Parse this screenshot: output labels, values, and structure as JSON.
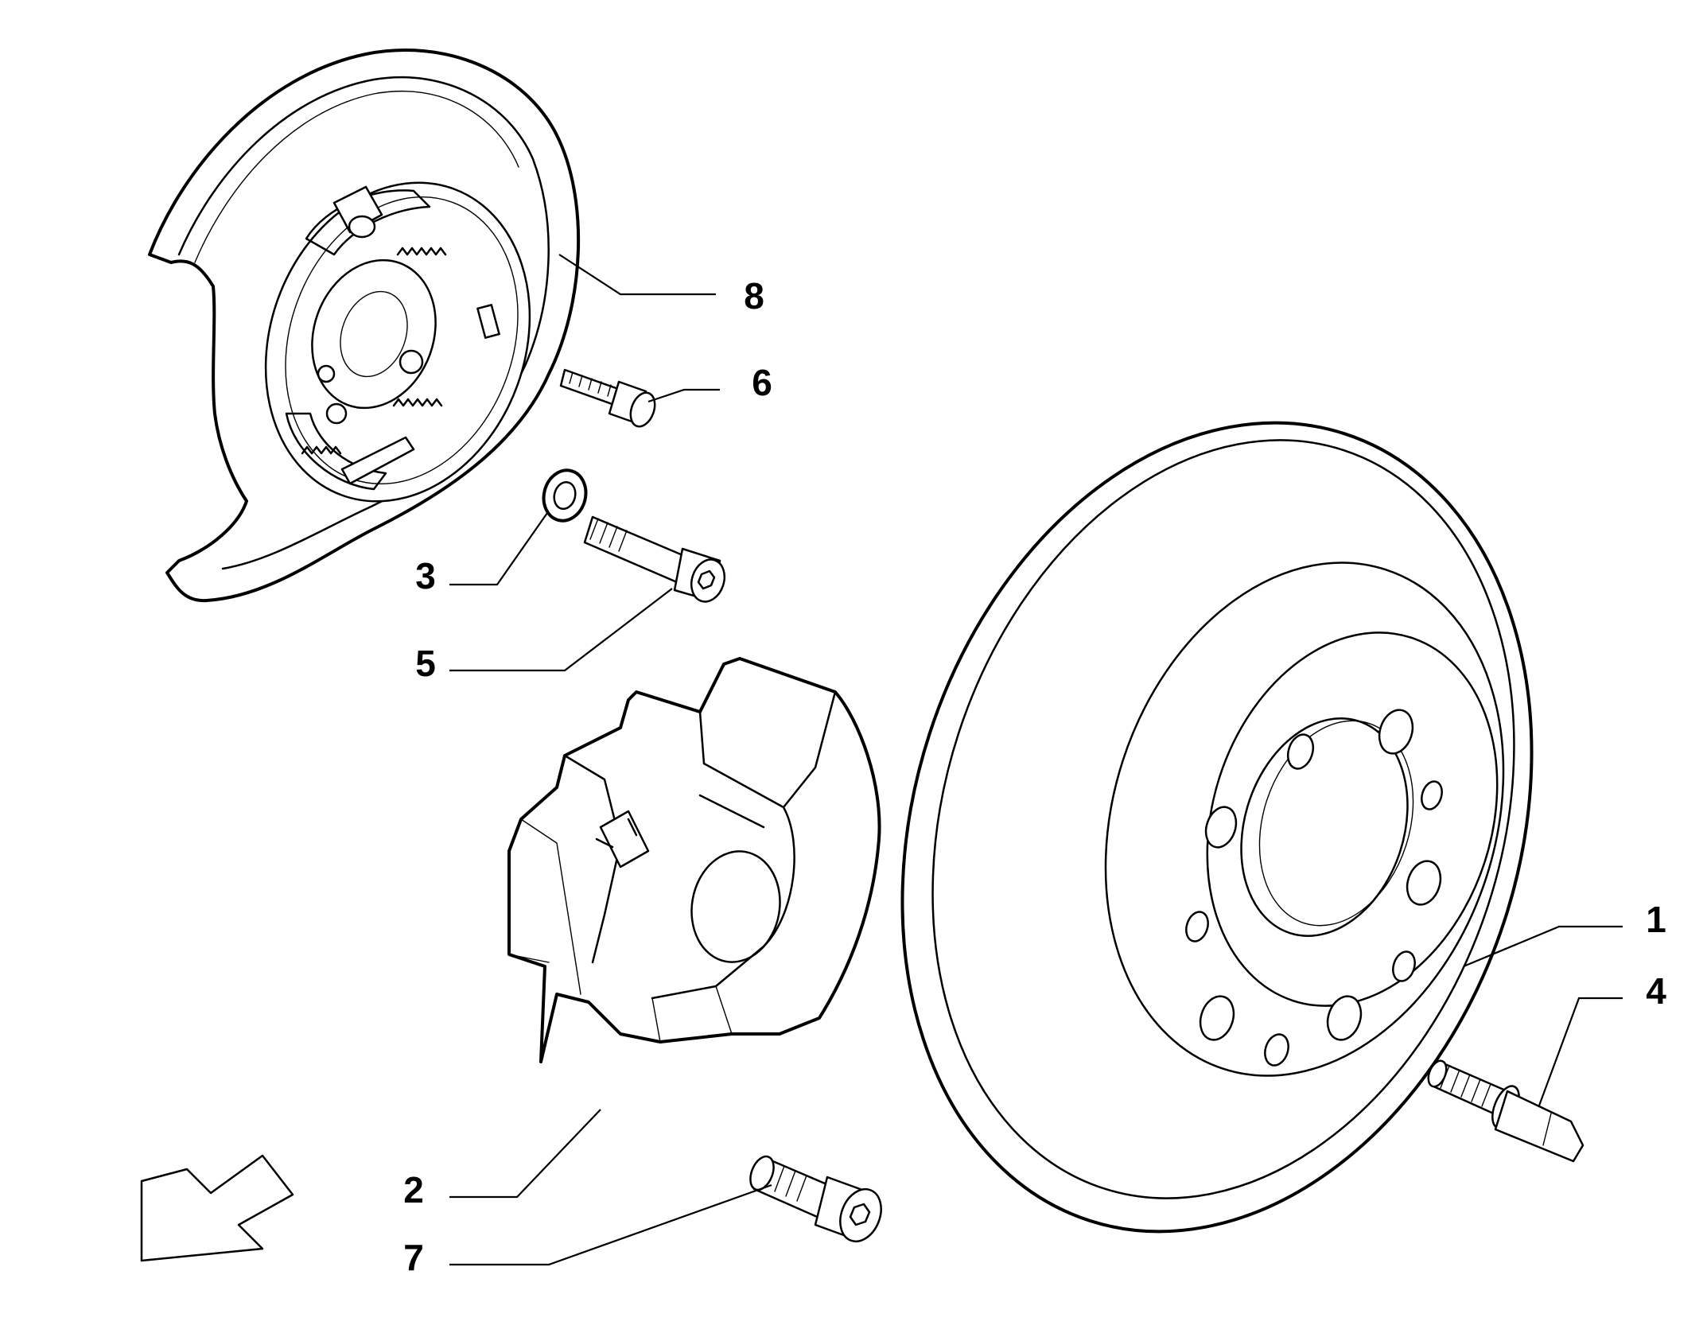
{
  "callouts": [
    {
      "id": "1",
      "label": "1",
      "part": "brake-disc"
    },
    {
      "id": "2",
      "label": "2",
      "part": "brake-caliper"
    },
    {
      "id": "3",
      "label": "3",
      "part": "washer"
    },
    {
      "id": "4",
      "label": "4",
      "part": "wheel-stud"
    },
    {
      "id": "5",
      "label": "5",
      "part": "caliper-bolt"
    },
    {
      "id": "6",
      "label": "6",
      "part": "flange-bolt"
    },
    {
      "id": "7",
      "label": "7",
      "part": "hex-socket-bolt"
    },
    {
      "id": "8",
      "label": "8",
      "part": "backing-plate-with-parking-brake-shoes"
    }
  ],
  "orientation_arrow": {
    "icon": "direction-arrow-icon"
  },
  "colors": {
    "line": "#000000",
    "background": "#ffffff"
  }
}
